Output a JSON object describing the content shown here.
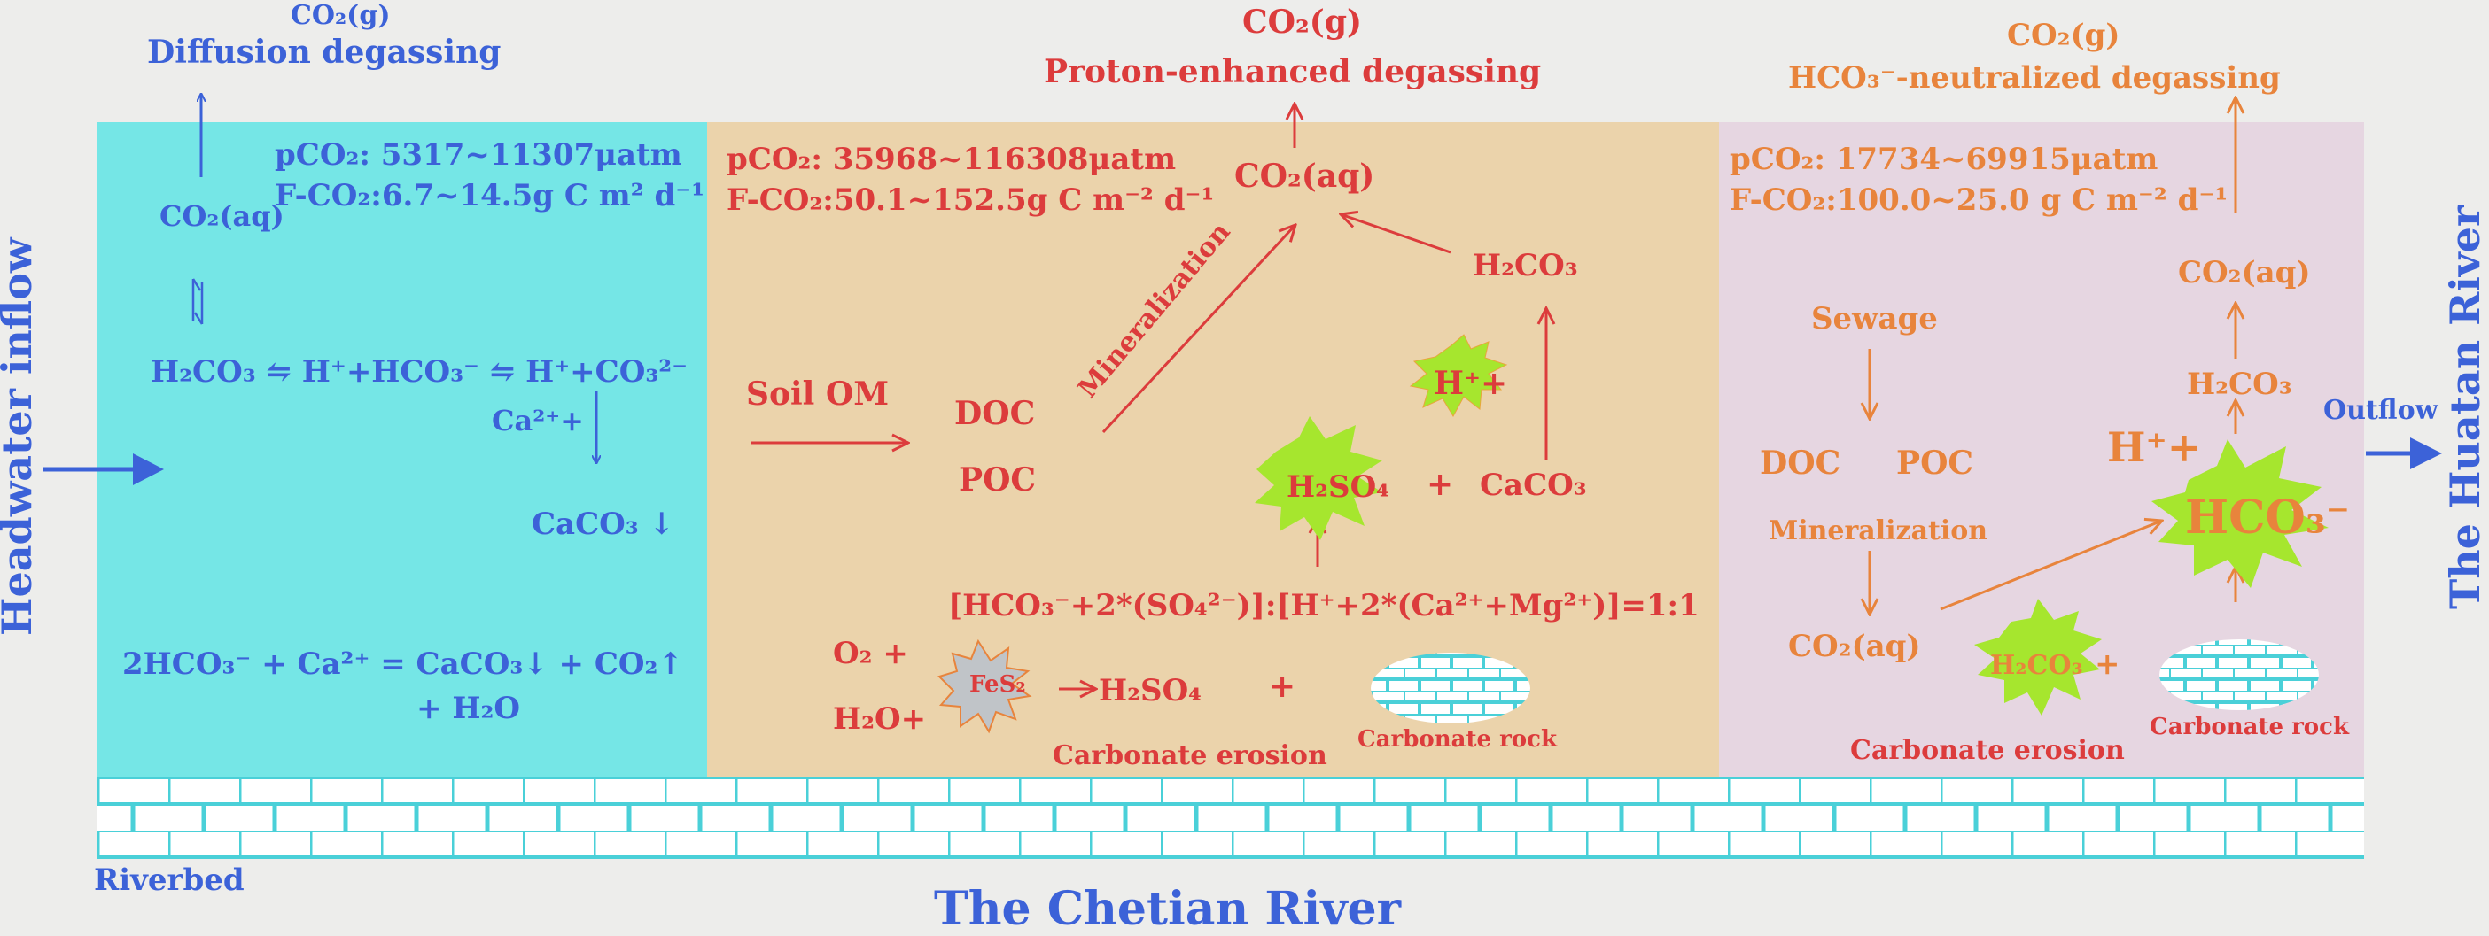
{
  "left": {
    "degas_gas": "CO₂(g)",
    "degas_title": "Diffusion degassing",
    "pco2": "pCO₂: 5317~11307μatm",
    "fco2": "F-CO₂:6.7~14.5g C m² d⁻¹",
    "co2aq": "CO₂(aq)",
    "equil_line": "H₂CO₃ ⇋ H⁺+HCO₃⁻ ⇋ H⁺+CO₃²⁻",
    "ca_plus": "Ca²⁺+",
    "caco3": "CaCO₃ ↓",
    "eq_line1": "2HCO₃⁻ + Ca²⁺  =  CaCO₃↓ + CO₂↑",
    "eq_line2": "+ H₂O"
  },
  "middle": {
    "degas_gas": "CO₂(g)",
    "degas_title": "Proton-enhanced degassing",
    "pco2": "pCO₂: 35968~116308μatm",
    "fco2": "F-CO₂:50.1~152.5g C m⁻² d⁻¹",
    "co2aq": "CO₂(aq)",
    "h2co3": "H₂CO₃",
    "soil_om": "Soil OM",
    "doc": "DOC",
    "poc": "POC",
    "mineralization": "Mineralization",
    "h_plus": "H⁺+",
    "h2so4_star": "H₂SO₄",
    "plus_sign": "+",
    "caco3": "CaCO₃",
    "ratio_eq": "[HCO₃⁻+2*(SO₄²⁻)]:[H⁺+2*(Ca²⁺+Mg²⁺)]=1:1",
    "o2": "O₂ +",
    "h2o": "H₂O+",
    "fes2": "FeS₂",
    "h2so4": "H₂SO₄",
    "plus_sign2": "+",
    "carbonate_erosion": "Carbonate erosion",
    "carbonate_rock": "Carbonate rock"
  },
  "right": {
    "degas_gas": "CO₂(g)",
    "degas_title": "HCO₃⁻-neutralized degassing",
    "pco2": "pCO₂: 17734~69915μatm",
    "fco2": "F-CO₂:100.0~25.0 g C m⁻² d⁻¹",
    "sewage": "Sewage",
    "doc": "DOC",
    "poc": "POC",
    "mineralization": "Mineralization",
    "co2aq_low": "CO₂(aq)",
    "co2aq_top": "CO₂(aq)",
    "h2co3": "H₂CO₃",
    "h_plus": "H⁺+",
    "hco3_star": "HCO₃⁻",
    "h2co3_star": "H₂CO₃",
    "plus_sign": "+",
    "carbonate_erosion": "Carbonate erosion",
    "carbonate_rock": "Carbonate rock"
  },
  "margins": {
    "headwater_inflow": "Headwater inflow",
    "outflow": "Outflow",
    "huatan_river": "The Huatan River",
    "riverbed": "Riverbed",
    "chetian_river": "The Chetian River"
  },
  "colors": {
    "blue": "#3c62d8",
    "red": "#dc3c3c",
    "orange": "#e8843c",
    "cyan_panel": "#75e6e6",
    "tan_panel": "#ebd3ab",
    "pink_panel": "#e6d6e1",
    "star_green": "#a6e62e",
    "brick": "#4ad0d8"
  }
}
